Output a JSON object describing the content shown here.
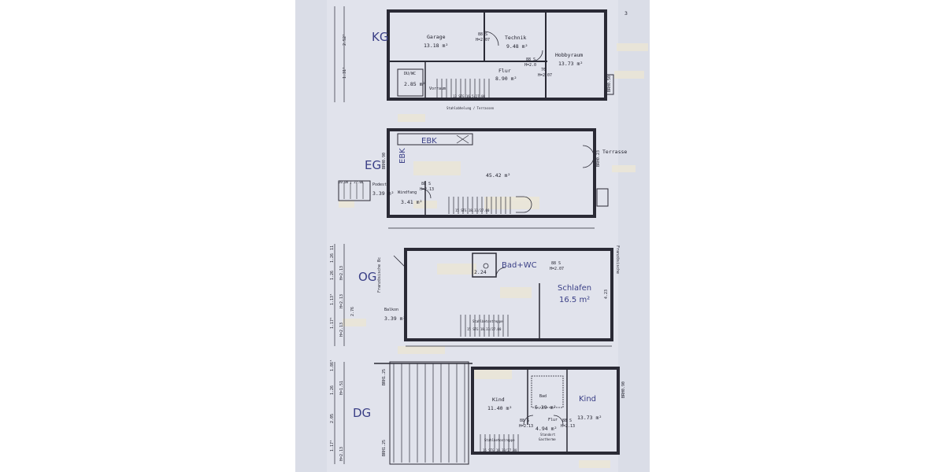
{
  "page_number": "3",
  "floors": {
    "kg": {
      "label": "KG",
      "rooms": {
        "garage": {
          "name": "Garage",
          "area": "13.18 m²"
        },
        "technik": {
          "name": "Technik",
          "area": "9.48 m²"
        },
        "hobbyraum": {
          "name": "Hobbyraum",
          "area": "13.73 m²"
        },
        "flur": {
          "name": "Flur",
          "area": "8.90 m²"
        },
        "du_wc": {
          "name": "DU/WC",
          "area": "2.85 m²"
        },
        "vorraum": {
          "name": "Vorraum"
        }
      },
      "doors": {
        "d1": "88 S",
        "d1h": "H=2.07",
        "d2": "88 S",
        "d2h": "H=2.0",
        "d3": "76",
        "d3h": "H=2.07"
      },
      "dims": [
        "2.52⁵",
        "1.31⁵"
      ],
      "stair": "13 STG 16.5/27.00",
      "side": "BRH0.50",
      "bottom": "Stahlabhelung / Terrassen"
    },
    "eg": {
      "label": "EG",
      "ebk_top": "EBK",
      "ebk_side": "EBK",
      "main_area": "45.42 m²",
      "terrasse": "Terrasse",
      "brh_right": "BRH0.23",
      "brh_left": "BRH0.90",
      "podest": {
        "name": "Podest",
        "area": "3.39 m²"
      },
      "windfang": {
        "name": "Windfang",
        "area": "3.41 m²"
      },
      "door": "88 S",
      "door_h": "H=2.13",
      "stair": "15 STG 18.33/27.00",
      "left_dim": "20.00 | 27.00"
    },
    "og": {
      "label": "OG",
      "bad_wc": "Bad+WC",
      "small_area": "2.24",
      "door": "88 S",
      "door_h": "H=2.07",
      "schlafen": "Schlafen",
      "schlafen_area": "16.5 m²",
      "balkon": {
        "name": "Balkon",
        "area": "3.39 m²"
      },
      "stair_name": "Stahlbetontreppe",
      "stair": "15 STG 18.33/27.00",
      "franz_left": "Französische Bc",
      "franz_right": "Französische",
      "dim_right": "4.23"
    },
    "dg": {
      "label": "DG",
      "kind_left": {
        "name": "Kind",
        "area": "11.40 m²"
      },
      "kind_right": {
        "name": "Kind",
        "area": "13.73 m²"
      },
      "bad": {
        "name": "Bad",
        "area": "5.39 m²"
      },
      "flur": {
        "name": "Flur",
        "area": "4.94 m²"
      },
      "standort": "Standort",
      "gastherme": "Gastherme",
      "door_l": "88 S",
      "door_l_h": "H=2.13",
      "door_r": "88 S",
      "door_r_h": "H=2.13",
      "stair_name": "Stahlbetontreppe",
      "stair": "15 STG 18.33/27.00",
      "brh_a": "BRH1.25",
      "brh_b": "BRH1.25",
      "brh_c": "BRH0.90"
    }
  },
  "margin_dims": {
    "og": [
      "11",
      "1.26",
      "H=2.13",
      "1.26",
      "1.13⁵",
      "H=2.13",
      "2.76",
      "1.17⁵",
      "H=2.13"
    ],
    "dg": [
      "1.86⁵",
      "1.26",
      "H=1.51",
      "2.05",
      "1.17⁵",
      "H=2.13"
    ]
  }
}
